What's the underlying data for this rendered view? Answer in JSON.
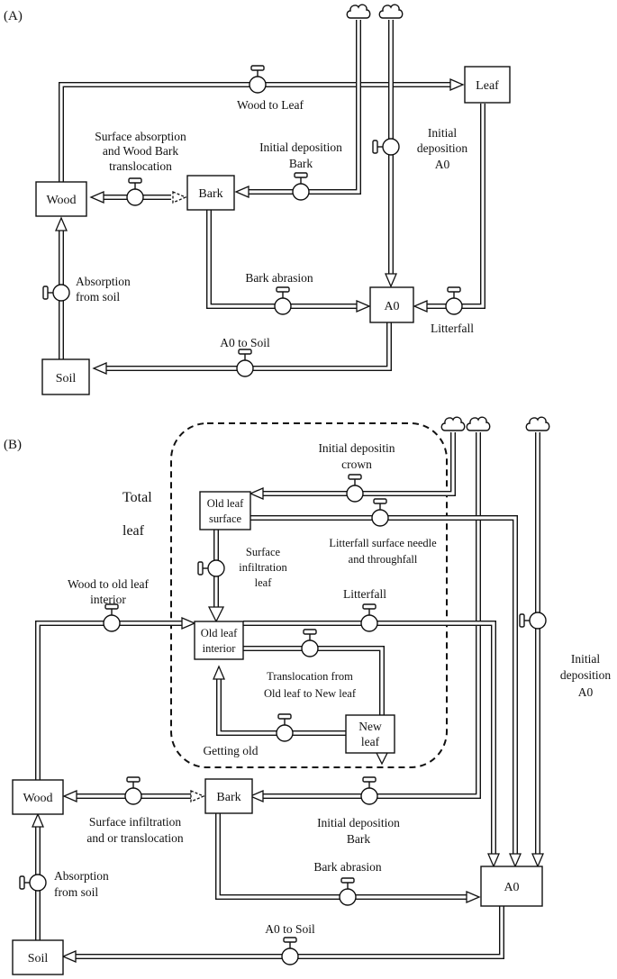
{
  "panel_a": {
    "label": "(A)",
    "stocks": {
      "leaf": "Leaf",
      "wood": "Wood",
      "bark": "Bark",
      "a0": "A0",
      "soil": "Soil"
    },
    "flows": {
      "wood_to_leaf": "Wood to Leaf",
      "surface_absorption_1": "Surface absorption",
      "surface_absorption_2": "and Wood Bark",
      "surface_absorption_3": "translocation",
      "initial_deposition_bark_1": "Initial deposition",
      "initial_deposition_bark_2": "Bark",
      "initial_deposition_a0_1": "Initial",
      "initial_deposition_a0_2": "deposition",
      "initial_deposition_a0_3": "A0",
      "bark_abrasion": "Bark abrasion",
      "absorption_from_soil_1": "Absorption",
      "absorption_from_soil_2": "from soil",
      "litterfall": "Litterfall",
      "a0_to_soil": "A0 to Soil"
    }
  },
  "panel_b": {
    "label": "(B)",
    "total_leaf_1": "Total",
    "total_leaf_2": "leaf",
    "stocks": {
      "old_leaf_surface_1": "Old leaf",
      "old_leaf_surface_2": "surface",
      "old_leaf_interior_1": "Old leaf",
      "old_leaf_interior_2": "interior",
      "new_leaf_1": "New",
      "new_leaf_2": "leaf",
      "wood": "Wood",
      "bark": "Bark",
      "a0": "A0",
      "soil": "Soil"
    },
    "flows": {
      "initial_depositin_crown_1": "Initial depositin",
      "initial_depositin_crown_2": "crown",
      "litterfall_surface_1": "Litterfall surface needle",
      "litterfall_surface_2": "and throughfall",
      "surface_infiltration_leaf_1": "Surface",
      "surface_infiltration_leaf_2": "infiltration",
      "surface_infiltration_leaf_3": "leaf",
      "wood_to_old_leaf_1": "Wood to old leaf",
      "wood_to_old_leaf_2": "interior",
      "litterfall": "Litterfall",
      "translocation_1": "Translocation from",
      "translocation_2": "Old leaf to New leaf",
      "getting_old": "Getting old",
      "initial_deposition_a0_1": "Initial",
      "initial_deposition_a0_2": "deposition",
      "initial_deposition_a0_3": "A0",
      "surface_infiltration_1": "Surface infiltration",
      "surface_infiltration_2": "and or translocation",
      "initial_deposition_bark_1": "Initial deposition",
      "initial_deposition_bark_2": "Bark",
      "bark_abrasion": "Bark abrasion",
      "absorption_from_soil_1": "Absorption",
      "absorption_from_soil_2": "from soil",
      "a0_to_soil": "A0 to Soil"
    }
  }
}
